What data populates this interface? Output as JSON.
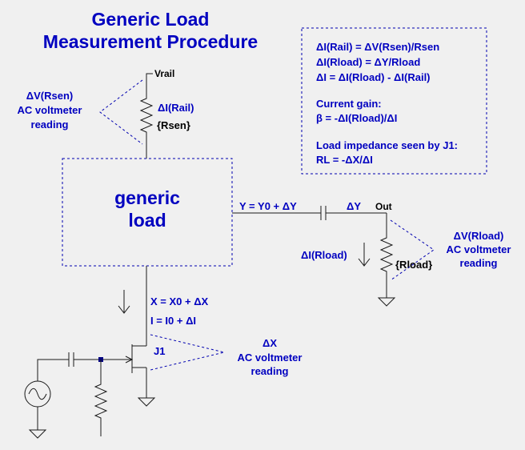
{
  "title": [
    "Generic Load",
    "Measurement Procedure"
  ],
  "info_box": {
    "lines": [
      "ΔI(Rail) = ΔV(Rsen)/Rsen",
      "ΔI(Rload) = ΔY/Rload",
      "ΔI = ΔI(Rload) - ΔI(Rail)",
      "",
      "Current gain:",
      "β = -ΔI(Rload)/ΔI",
      "",
      "Load impedance seen by J1:",
      "RL = -ΔX/ΔI"
    ]
  },
  "labels": {
    "vrail": "Vrail",
    "di_rail": "ΔI(Rail)",
    "rsen": "{Rsen}",
    "dv_rsen": [
      "ΔV(Rsen)",
      "AC voltmeter",
      "reading"
    ],
    "generic_load": [
      "generic",
      "load"
    ],
    "y_eq": "Y = Y0 + ΔY",
    "dy": "ΔY",
    "out": "Out",
    "di_rload": "ΔI(Rload)",
    "rload": "{Rload}",
    "dv_rload": [
      "ΔV(Rload)",
      "AC voltmeter",
      "reading"
    ],
    "x_eq": "X = X0 + ΔX",
    "i_eq": "I = I0 + ΔI",
    "j1": "J1",
    "dx": [
      "ΔX",
      "AC voltmeter",
      "reading"
    ]
  }
}
